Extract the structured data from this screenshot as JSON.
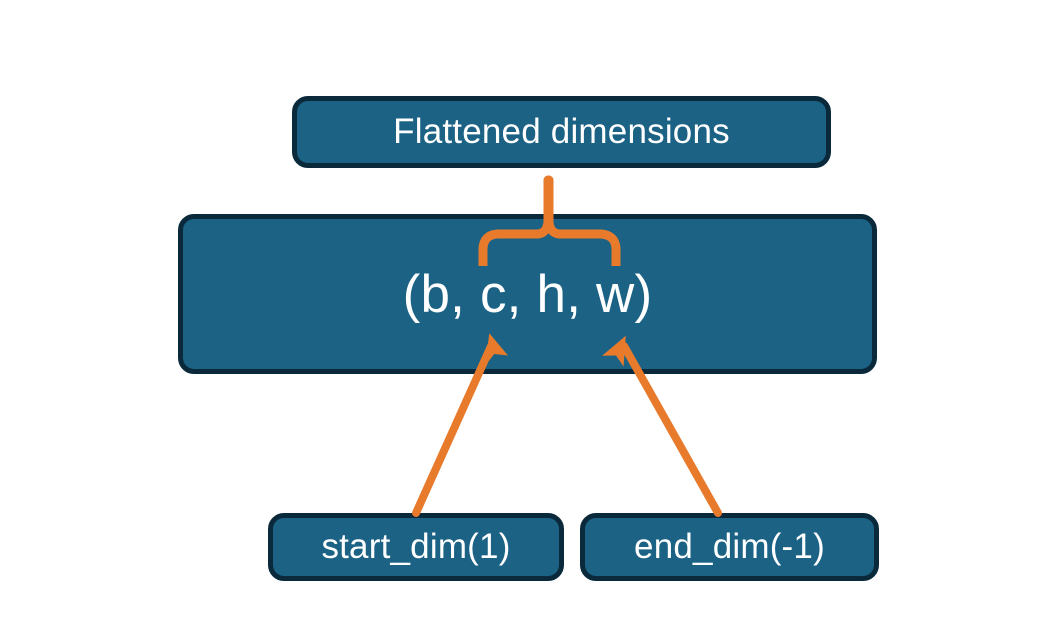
{
  "diagram": {
    "title_node": {
      "label": "Flattened dimensions",
      "name": "flattened-dimensions-box"
    },
    "shape_node": {
      "label": "(b, c, h, w)",
      "name": "tensor-shape-box",
      "dims": [
        "b",
        "c",
        "h",
        "w"
      ]
    },
    "start_node": {
      "label": "start_dim(1)",
      "name": "start-dim-box",
      "value": 1
    },
    "end_node": {
      "label": "end_dim(-1)",
      "name": "end-dim-box",
      "value": -1
    },
    "connectors": {
      "brace": {
        "name": "flatten-range-brace",
        "points_to": "Flattened dimensions",
        "spans": [
          "c",
          "h",
          "w"
        ]
      },
      "start_arrow": {
        "name": "start-dim-arrow",
        "from": "start_dim(1)",
        "to": "c"
      },
      "end_arrow": {
        "name": "end-dim-arrow",
        "from": "end_dim(-1)",
        "to": "w"
      }
    },
    "colors": {
      "box_fill": "#1b6285",
      "box_border": "#0a2a3c",
      "box_text": "#ffffff",
      "accent": "#e87a2c",
      "background": "#ffffff"
    }
  }
}
